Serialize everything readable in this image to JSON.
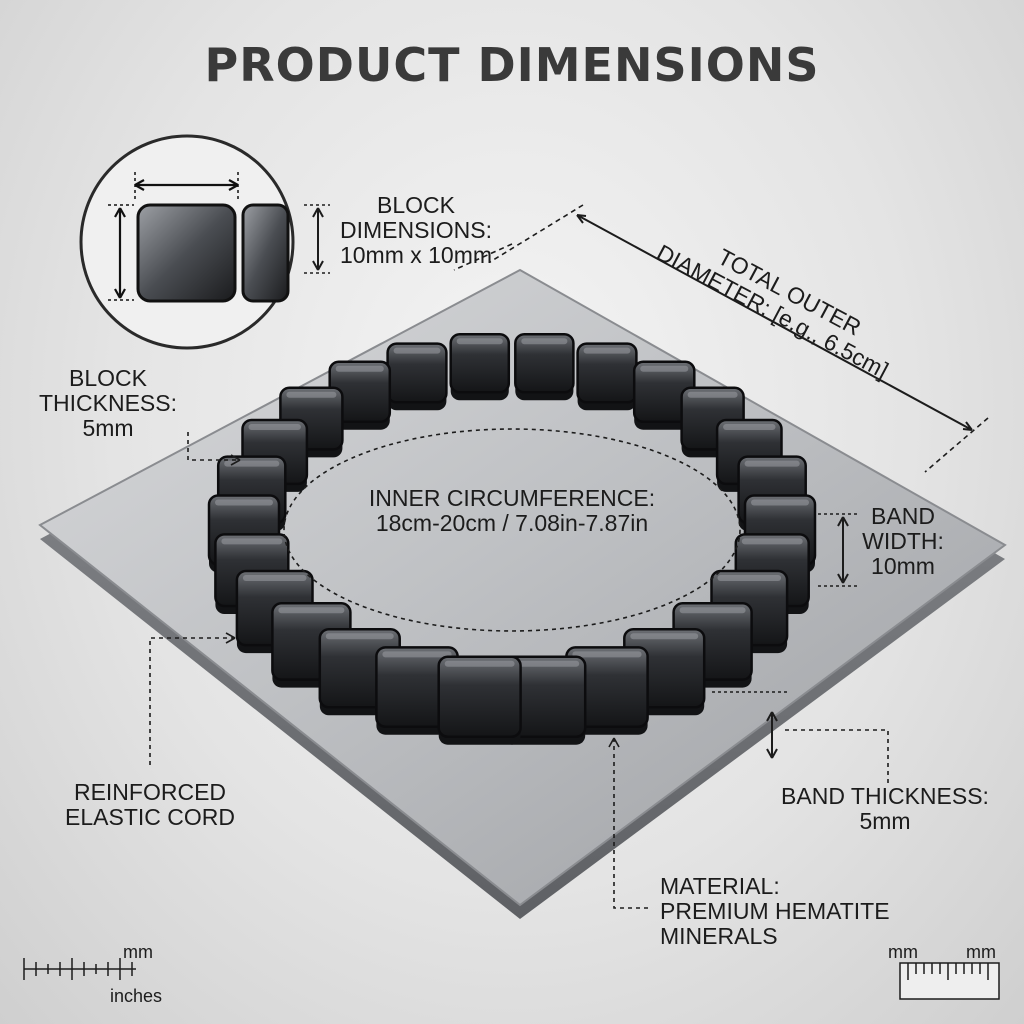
{
  "title": "PRODUCT DIMENSIONS",
  "labels": {
    "block_dimensions": {
      "line1": "BLOCK",
      "line2": "DIMENSIONS:",
      "line3": "10mm x 10mm"
    },
    "block_thickness": {
      "line1": "BLOCK",
      "line2": "THICKNESS:",
      "line3": "5mm"
    },
    "total_outer_diameter": {
      "line1": "TOTAL OUTER",
      "line2": "DIAMETER: [e.g., 6.5cm]"
    },
    "inner_circumference": {
      "line1": "INNER CIRCUMFERENCE:",
      "line2": "18cm-20cm / 7.08in-7.87in"
    },
    "band_width": {
      "line1": "BAND",
      "line2": "WIDTH:",
      "line3": "10mm"
    },
    "band_thickness": {
      "line1": "BAND THICKNESS:",
      "line2": "5mm"
    },
    "elastic_cord": {
      "line1": "REINFORCED",
      "line2": "ELASTIC CORD"
    },
    "material": {
      "line1": "MATERIAL:",
      "line2": "PREMIUM HEMATITE",
      "line3": "MINERALS"
    }
  },
  "rulers": {
    "left": {
      "top_unit": "mm",
      "bottom_unit": "inches"
    },
    "right": {
      "left_unit": "mm",
      "right_unit": "mm"
    }
  },
  "colors": {
    "bead": "#2a2c30",
    "platform": "#b4b6b9",
    "text": "#1c1c1c"
  }
}
